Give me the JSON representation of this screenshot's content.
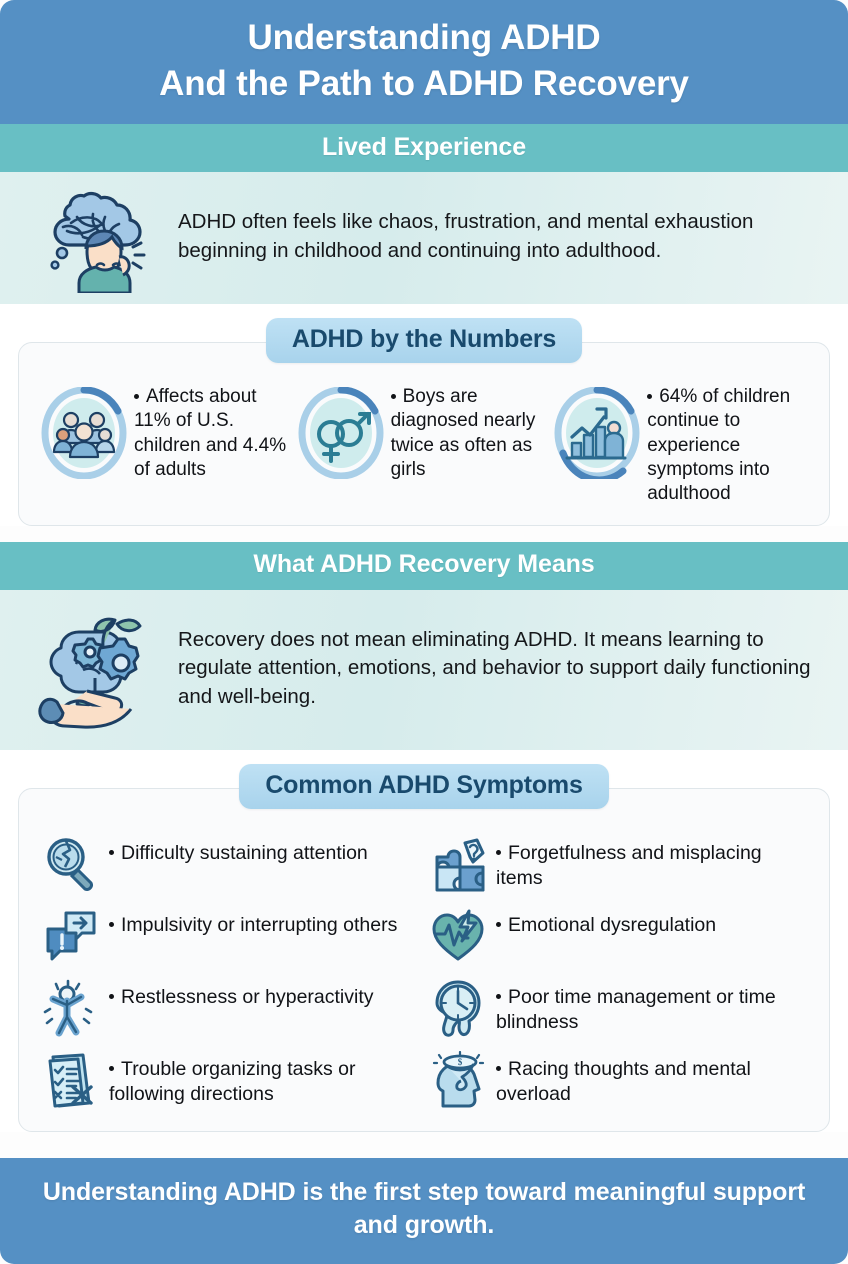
{
  "header": {
    "line1": "Understanding ADHD",
    "line2": "And the Path to ADHD Recovery",
    "bg_color": "#5590c4",
    "text_color": "#ffffff"
  },
  "lived_experience": {
    "title": "Lived Experience",
    "band_color": "#68bfc4",
    "body_color": "#dff0ef",
    "icon": "tangled-thought-cloud-person-icon",
    "text": "ADHD often feels like chaos, frustration, and mental exhaustion beginning in childhood and continuing into adulthood."
  },
  "numbers": {
    "title": "ADHD by the Numbers",
    "pill_color": "#bfe1f4",
    "pill_text_color": "#194a6d",
    "stats": [
      {
        "icon": "group-of-people-icon",
        "text": "Affects about 11% of U.S. children and 4.4% of adults"
      },
      {
        "icon": "male-female-gender-symbols-icon",
        "text": "Boys are diagnosed nearly twice as often as girls"
      },
      {
        "icon": "growth-chart-person-icon",
        "text": "64% of children continue to experience symptoms into adulthood"
      }
    ]
  },
  "recovery": {
    "title": "What ADHD Recovery Means",
    "band_color": "#68bfc4",
    "icon": "brain-gears-plant-in-hand-icon",
    "text": "Recovery does not mean eliminating ADHD. It means learning to regulate attention, emotions, and behavior to support daily functioning and well-being."
  },
  "symptoms": {
    "title": "Common ADHD Symptoms",
    "items": [
      {
        "icon": "cracked-magnifying-glass-icon",
        "text": "Difficulty sustaining attention"
      },
      {
        "icon": "puzzle-piece-question-mark-icon",
        "text": "Forgetfulness and misplacing items"
      },
      {
        "icon": "speech-bubble-arrow-exclamation-icon",
        "text": "Impulsivity or interrupting others"
      },
      {
        "icon": "heart-lightning-bolt-icon",
        "text": "Emotional dysregulation"
      },
      {
        "icon": "jumping-person-icon",
        "text": "Restlessness or hyperactivity"
      },
      {
        "icon": "melting-clock-icon",
        "text": "Poor time management or time blindness"
      },
      {
        "icon": "checklist-clipboard-icon",
        "text": "Trouble organizing tasks or following directions"
      },
      {
        "icon": "head-with-tornado-icon",
        "text": "Racing thoughts and mental overload"
      }
    ]
  },
  "footer": {
    "text": "Understanding ADHD is the first step toward meaningful support and growth.",
    "bg_color": "#5590c4"
  }
}
